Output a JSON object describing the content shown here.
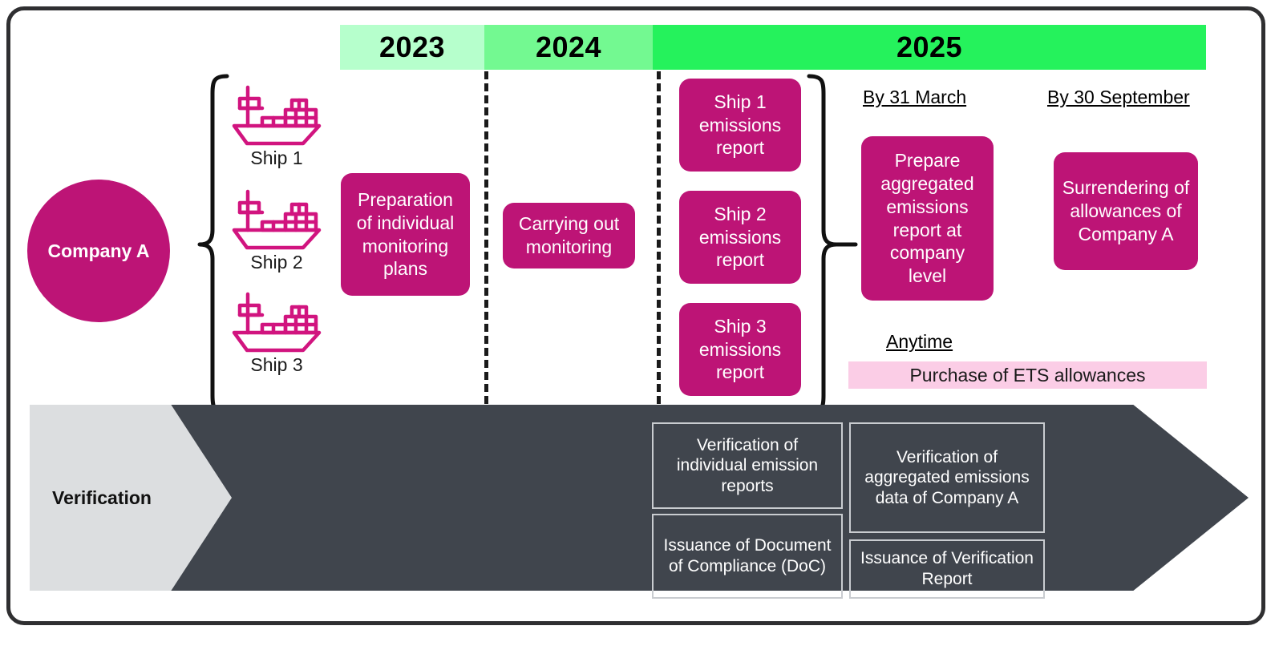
{
  "timeline": {
    "years": [
      {
        "label": "2023",
        "color": "#b6ffcc"
      },
      {
        "label": "2024",
        "color": "#73f991"
      },
      {
        "label": "2025",
        "color": "#25f25c"
      }
    ]
  },
  "company": {
    "name": "Company A"
  },
  "ships": [
    {
      "icon": "ship-icon",
      "label": "Ship 1"
    },
    {
      "icon": "ship-icon",
      "label": "Ship 2"
    },
    {
      "icon": "ship-icon",
      "label": "Ship 3"
    }
  ],
  "tasks": {
    "preparation_plans": "Preparation of individual monitoring plans",
    "carrying_out_monitoring": "Carrying out monitoring",
    "ship1_report": "Ship 1 emissions report",
    "ship2_report": "Ship 2 emissions report",
    "ship3_report": "Ship 3 emissions report",
    "aggregated_report": "Prepare aggregated emissions report at company level",
    "surrendering": "Surrendering of allowances of Company A"
  },
  "deadlines": {
    "march": "By 31 March",
    "september": "By 30 September",
    "anytime": "Anytime"
  },
  "allowances_band": {
    "label": "Purchase of ETS allowances",
    "color": "#fbcde6"
  },
  "verification": {
    "chevron_label": "Verification",
    "arrow_color": "#40454d",
    "chevron_color": "#dcdee0",
    "boxes": [
      {
        "label": "Verification of individual emission reports"
      },
      {
        "label": "Issuance of Document of Compliance (DoC)"
      },
      {
        "label": "Verification of aggregated emissions data of Company A"
      },
      {
        "label": "Issuance of Verification Report"
      }
    ]
  },
  "colors": {
    "magenta": "#bd1476",
    "pink_band": "#fbcde6",
    "slate": "#40454d",
    "frame": "#2f2f31"
  }
}
